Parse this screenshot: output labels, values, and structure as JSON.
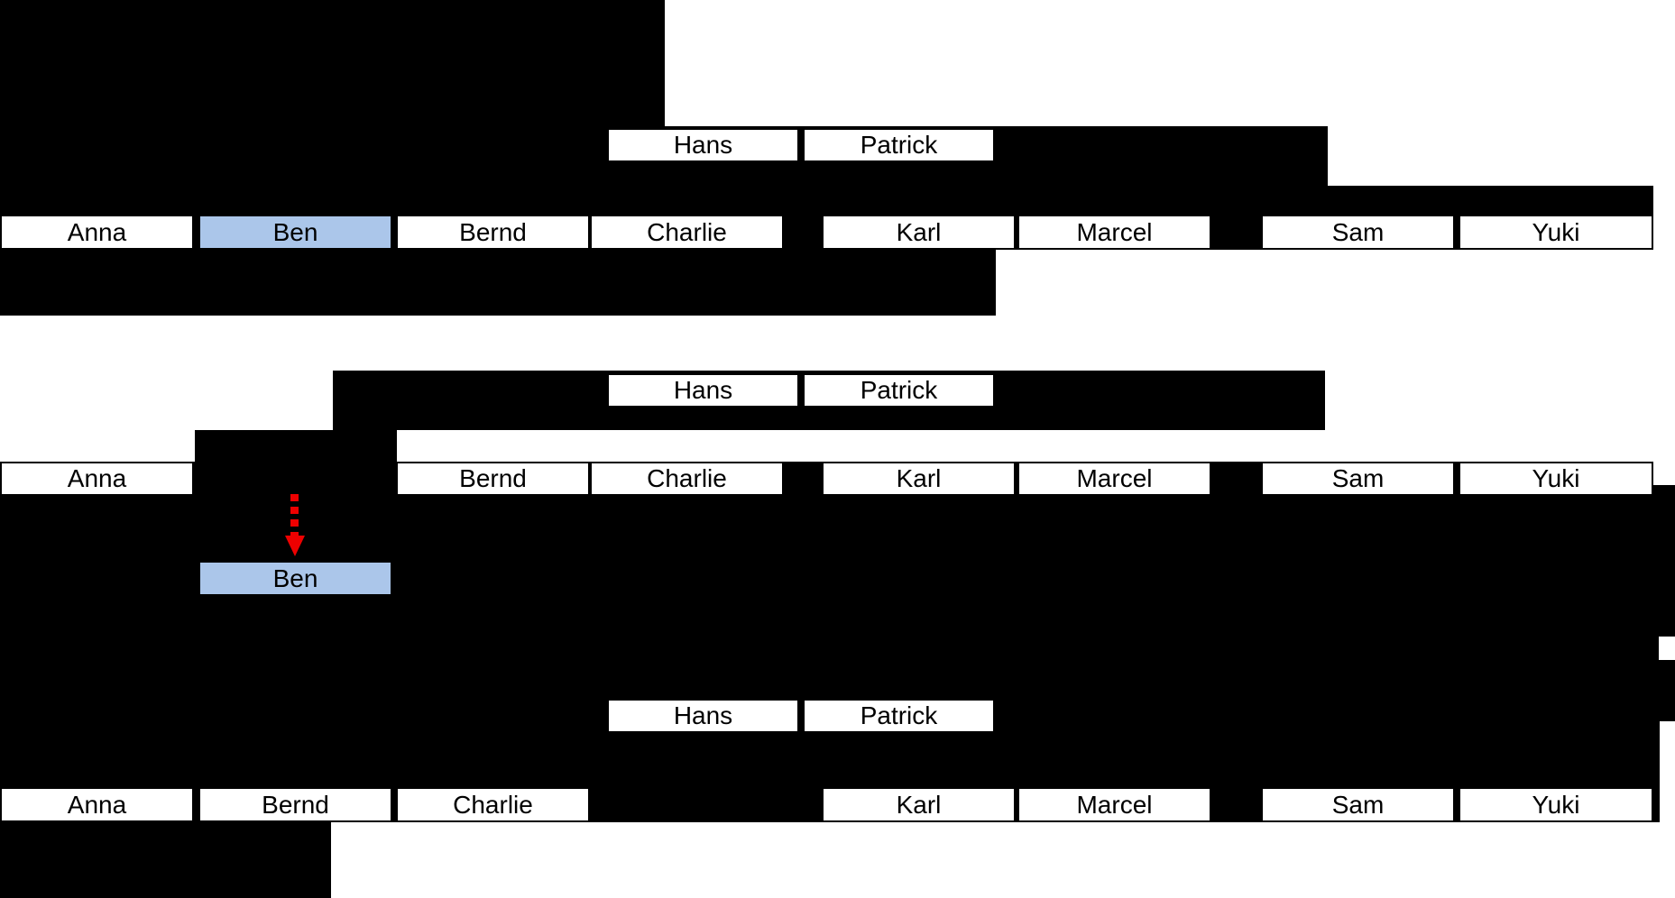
{
  "colors": {
    "background": "#FFFFFF",
    "redaction": "#000000",
    "cell_fill": "#FFFFFF",
    "cell_border": "#000000",
    "highlight_fill": "#ABC6EA",
    "arrow": "#EE0000"
  },
  "panel1": {
    "top_row": {
      "cells": [
        {
          "label": "Hans"
        },
        {
          "label": "Patrick"
        }
      ]
    },
    "main_row": {
      "cells": [
        {
          "label": "Anna"
        },
        {
          "label": "Ben",
          "highlighted": true
        },
        {
          "label": "Bernd"
        },
        {
          "label": "Charlie"
        },
        {
          "label": "Karl"
        },
        {
          "label": "Marcel"
        },
        {
          "label": "Sam"
        },
        {
          "label": "Yuki"
        }
      ]
    }
  },
  "panel2": {
    "top_row": {
      "cells": [
        {
          "label": "Hans"
        },
        {
          "label": "Patrick"
        }
      ]
    },
    "main_row": {
      "cells": [
        {
          "label": "Anna"
        },
        {
          "label": "Bernd"
        },
        {
          "label": "Charlie"
        },
        {
          "label": "Karl"
        },
        {
          "label": "Marcel"
        },
        {
          "label": "Sam"
        },
        {
          "label": "Yuki"
        }
      ]
    },
    "moved_cell": {
      "label": "Ben",
      "highlighted": true
    },
    "arrow": {
      "direction": "down",
      "style": "dotted"
    }
  },
  "panel3": {
    "top_row": {
      "cells": [
        {
          "label": "Hans"
        },
        {
          "label": "Patrick"
        }
      ]
    },
    "main_row": {
      "cells": [
        {
          "label": "Anna"
        },
        {
          "label": "Bernd"
        },
        {
          "label": "Charlie"
        },
        {
          "label": "Karl"
        },
        {
          "label": "Marcel"
        },
        {
          "label": "Sam"
        },
        {
          "label": "Yuki"
        }
      ]
    }
  }
}
